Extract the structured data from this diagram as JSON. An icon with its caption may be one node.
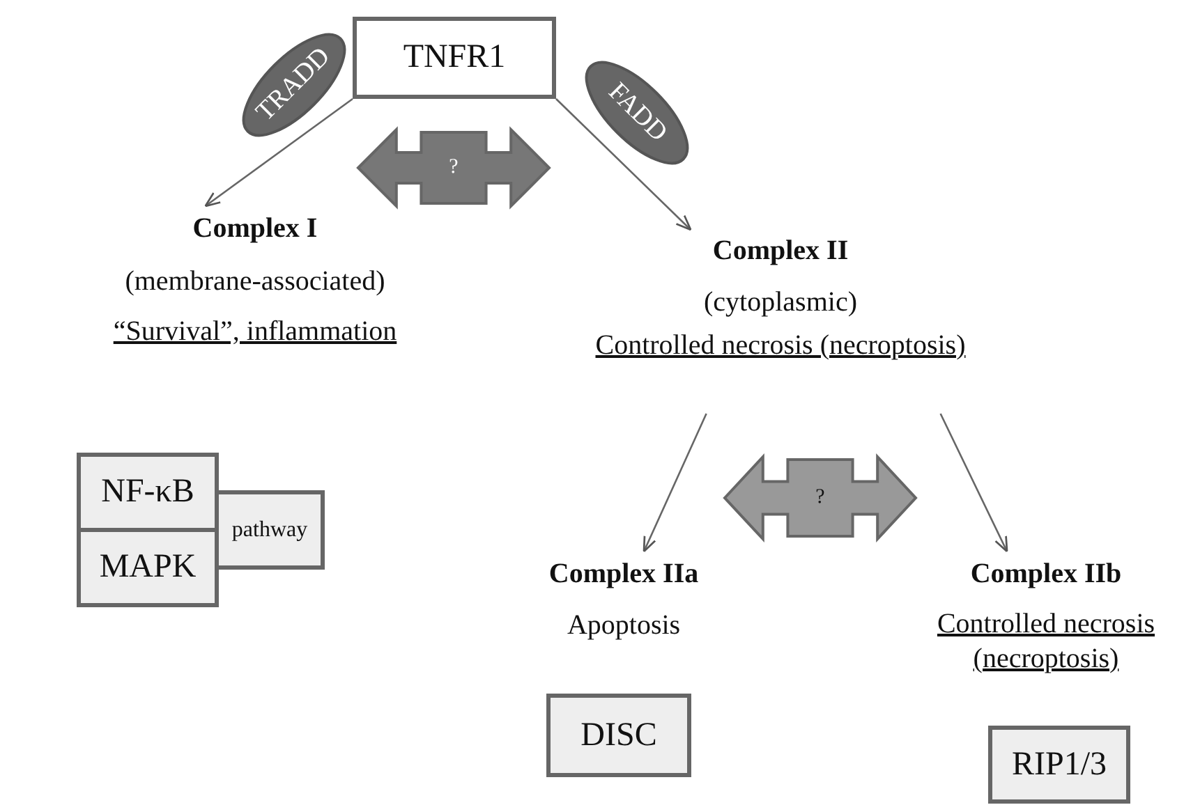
{
  "diagram": {
    "nodes": [
      {
        "text": [
          "TNFR1"
        ]
      },
      {
        "text": [
          "TRADD"
        ]
      },
      {
        "text": [
          "FADD"
        ]
      },
      {
        "text": [
          "?"
        ]
      },
      {
        "text": [
          "Complex I",
          "(membrane-associated)",
          "“Survival”, inflammation"
        ]
      },
      {
        "text": [
          "Complex II",
          "(cytoplasmic)",
          "Controlled necrosis (necroptosis)"
        ]
      },
      {
        "text": [
          "NF-κB"
        ]
      },
      {
        "text": [
          "MAPK"
        ]
      },
      {
        "text": [
          "pathway"
        ]
      },
      {
        "text": [
          "?"
        ]
      },
      {
        "text": [
          "Complex IIa",
          "Apoptosis"
        ]
      },
      {
        "text": [
          "Complex IIb",
          "Controlled necrosis (necroptosis)"
        ]
      },
      {
        "text": [
          "DISC"
        ]
      },
      {
        "text": [
          "RIP1/3"
        ]
      }
    ],
    "edges": [
      {
        "from": 0,
        "to": 4,
        "arrow": "to"
      },
      {
        "from": 0,
        "to": 5,
        "arrow": "to"
      },
      {
        "from": 5,
        "to": 10,
        "arrow": "to"
      },
      {
        "from": 5,
        "to": 11,
        "arrow": "to"
      }
    ]
  }
}
